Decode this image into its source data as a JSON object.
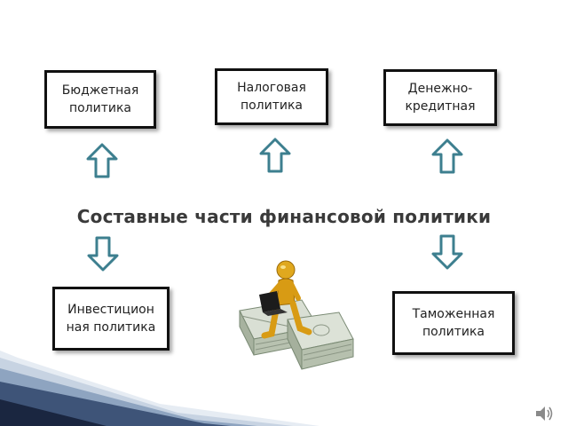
{
  "diagram": {
    "title": "Составные части финансовой политики",
    "boxes": {
      "budget": "Бюджетная\nполитика",
      "tax": "Налоговая\nполитика",
      "monetary": "Денежно-\nкредитная",
      "investment": "Инвестицион\nная политика",
      "customs": "Таможенная\nполитика"
    }
  },
  "colors": {
    "arrow_stroke": "#3d7f8f",
    "arrow_fill": "#ffffff",
    "box_border": "#111111",
    "title_text": "#3a3a3a"
  },
  "icons": [
    "arrow-up-icon",
    "arrow-down-icon",
    "money-figure-icon",
    "sound-icon"
  ]
}
